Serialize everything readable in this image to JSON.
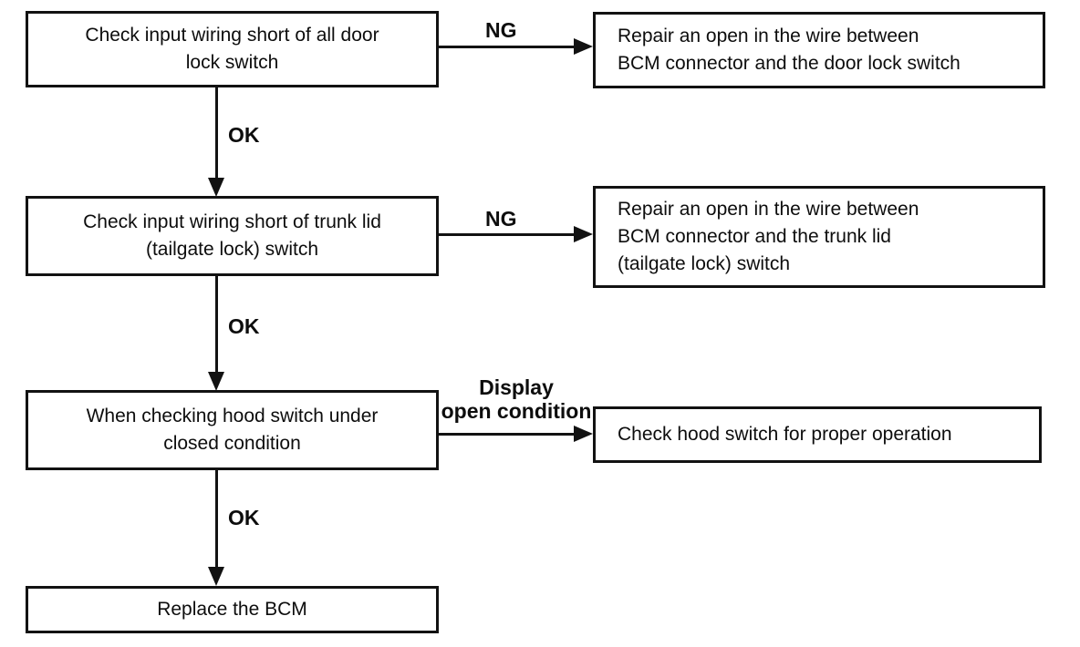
{
  "flowchart": {
    "left_column": [
      {
        "lines": [
          "Check input wiring short of all door",
          "lock switch"
        ]
      },
      {
        "lines": [
          "Check input wiring short of trunk lid",
          "(tailgate lock) switch"
        ]
      },
      {
        "lines": [
          "When checking hood switch under",
          "closed condition"
        ]
      },
      {
        "lines": [
          "Replace the BCM"
        ]
      }
    ],
    "right_column": [
      {
        "lines": [
          "Repair an open in the wire between",
          "BCM connector and the door lock switch"
        ]
      },
      {
        "lines": [
          "Repair an open in the wire between",
          "BCM connector and the trunk lid",
          "(tailgate lock) switch"
        ]
      },
      {
        "lines": [
          "Check hood switch for proper operation"
        ]
      }
    ],
    "labels": {
      "ng_top": "NG",
      "ng_middle": "NG",
      "ok_1": "OK",
      "ok_2": "OK",
      "ok_3": "OK",
      "display_line1": "Display",
      "display_line2": "open condition"
    },
    "colors": {
      "line": "#121212",
      "background": "#ffffff",
      "text": "#0d0d0d"
    }
  }
}
